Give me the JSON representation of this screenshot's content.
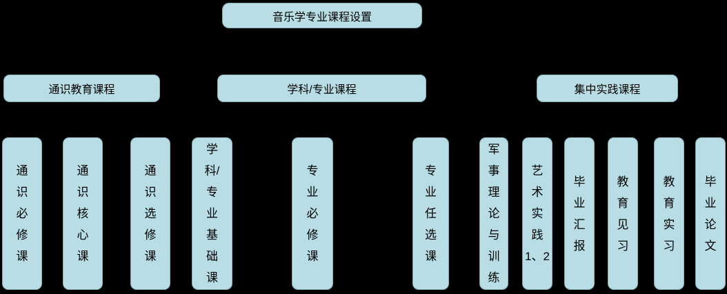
{
  "diagram": {
    "title": "音乐学专业课程设置",
    "colors": {
      "background": "#000000",
      "box_fill": "#b8dde4",
      "box_border": "#5f828c",
      "text": "#000000"
    },
    "groups": [
      {
        "label": "通识教育课程",
        "children": [
          {
            "label": "通\n识\n必\n修\n课"
          },
          {
            "label": "通\n识\n核\n心\n课"
          },
          {
            "label": "通\n识\n选\n修\n课"
          }
        ]
      },
      {
        "label": "学科/专业课程",
        "children": [
          {
            "label": "学\n科/\n专\n业\n基\n础\n课"
          },
          {
            "label": "专\n业\n必\n修\n课"
          },
          {
            "label": "专\n业\n任\n选\n课"
          }
        ]
      },
      {
        "label": "集中实践课程",
        "children": [
          {
            "label": "军\n事\n理\n论\n与\n训\n练"
          },
          {
            "label": "艺\n术\n实\n践\n1、2"
          },
          {
            "label": "毕\n业\n汇\n报"
          },
          {
            "label": "教\n育\n见\n习"
          },
          {
            "label": "教\n育\n实\n习"
          },
          {
            "label": "毕\n业\n论\n文"
          }
        ]
      }
    ]
  }
}
